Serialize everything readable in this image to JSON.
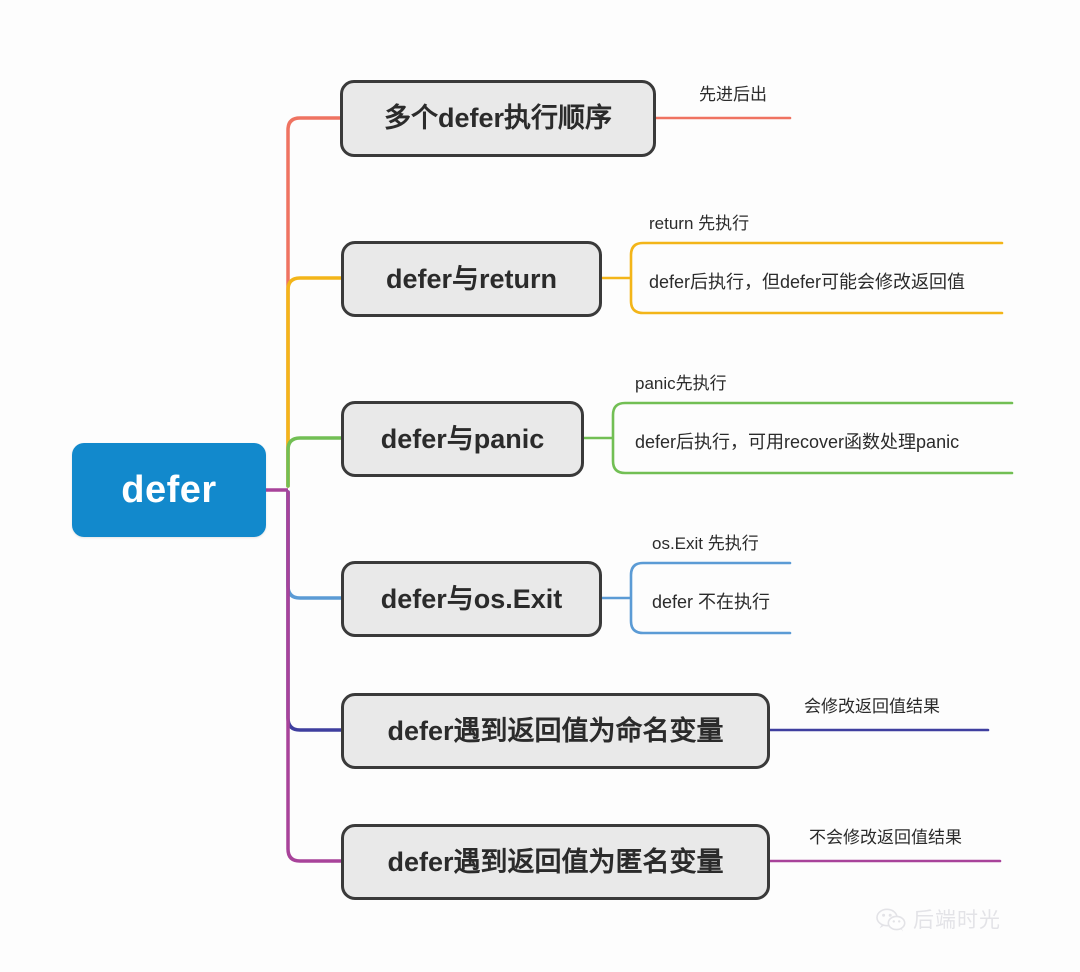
{
  "diagram": {
    "type": "mind-map",
    "title": "defer",
    "root": {
      "label": "defer",
      "color": "#1289cc",
      "text_color": "#ffffff"
    },
    "branches": [
      {
        "id": "order",
        "label": "多个defer执行顺序",
        "color": "#ef7361",
        "leaves": [
          {
            "text": "先进后出"
          }
        ]
      },
      {
        "id": "return",
        "label": "defer与return",
        "color": "#f3b519",
        "leaves": [
          {
            "text": "return 先执行"
          },
          {
            "text": "defer后执行，但defer可能会修改返回值"
          }
        ]
      },
      {
        "id": "panic",
        "label": "defer与panic",
        "color": "#72bf54",
        "leaves": [
          {
            "text": "panic先执行"
          },
          {
            "text": "defer后执行，可用recover函数处理panic"
          }
        ]
      },
      {
        "id": "osexit",
        "label": "defer与os.Exit",
        "color": "#5b9bd5",
        "leaves": [
          {
            "text": "os.Exit 先执行"
          },
          {
            "text": "defer 不在执行"
          }
        ]
      },
      {
        "id": "named",
        "label": "defer遇到返回值为命名变量",
        "color": "#3f3f9f",
        "leaves": [
          {
            "text": "会修改返回值结果"
          }
        ]
      },
      {
        "id": "anonymous",
        "label": "defer遇到返回值为匿名变量",
        "color": "#a8439a",
        "leaves": [
          {
            "text": "不会修改返回值结果"
          }
        ]
      }
    ],
    "node_style": {
      "fill": "#e9e9e9",
      "border": "#3a3a3a"
    }
  },
  "watermark": {
    "icon": "wechat-icon",
    "text": "后端时光",
    "color": "#cfcfd6"
  }
}
